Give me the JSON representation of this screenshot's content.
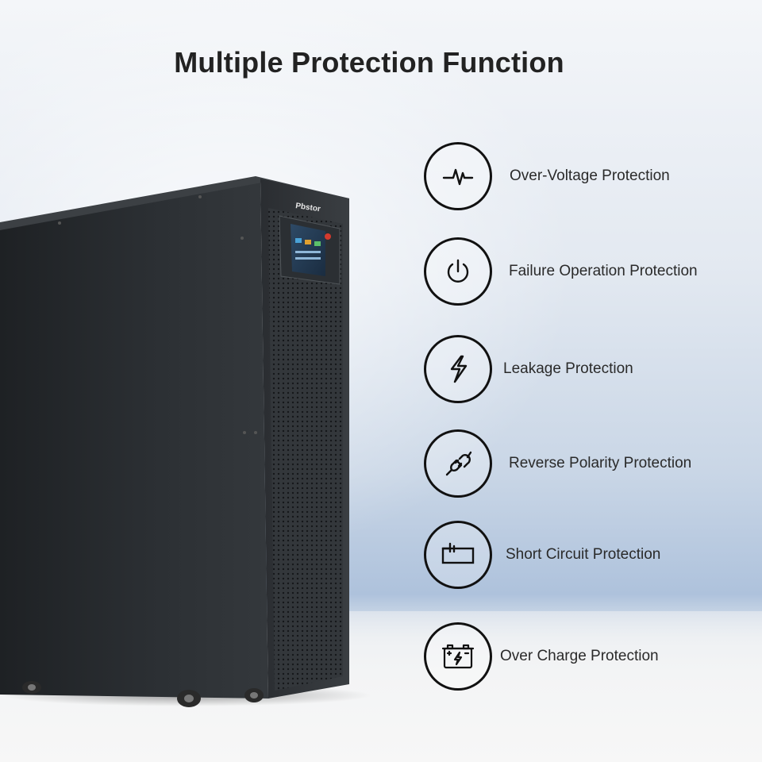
{
  "title": "Multiple Protection Function",
  "brand": "Pbstor",
  "features": [
    {
      "label": "Over-Voltage Protection",
      "icon": "voltage-pulse-icon"
    },
    {
      "label": "Failure Operation Protection",
      "icon": "power-icon"
    },
    {
      "label": "Leakage Protection",
      "icon": "lightning-icon"
    },
    {
      "label": "Reverse Polarity Protection",
      "icon": "plug-icon"
    },
    {
      "label": "Short Circuit Protection",
      "icon": "battery-short-icon"
    },
    {
      "label": "Over Charge Protection",
      "icon": "battery-charge-icon"
    }
  ],
  "colors": {
    "cabinet": "#2b2e32",
    "icon_stroke": "#111111",
    "title": "#222222"
  }
}
